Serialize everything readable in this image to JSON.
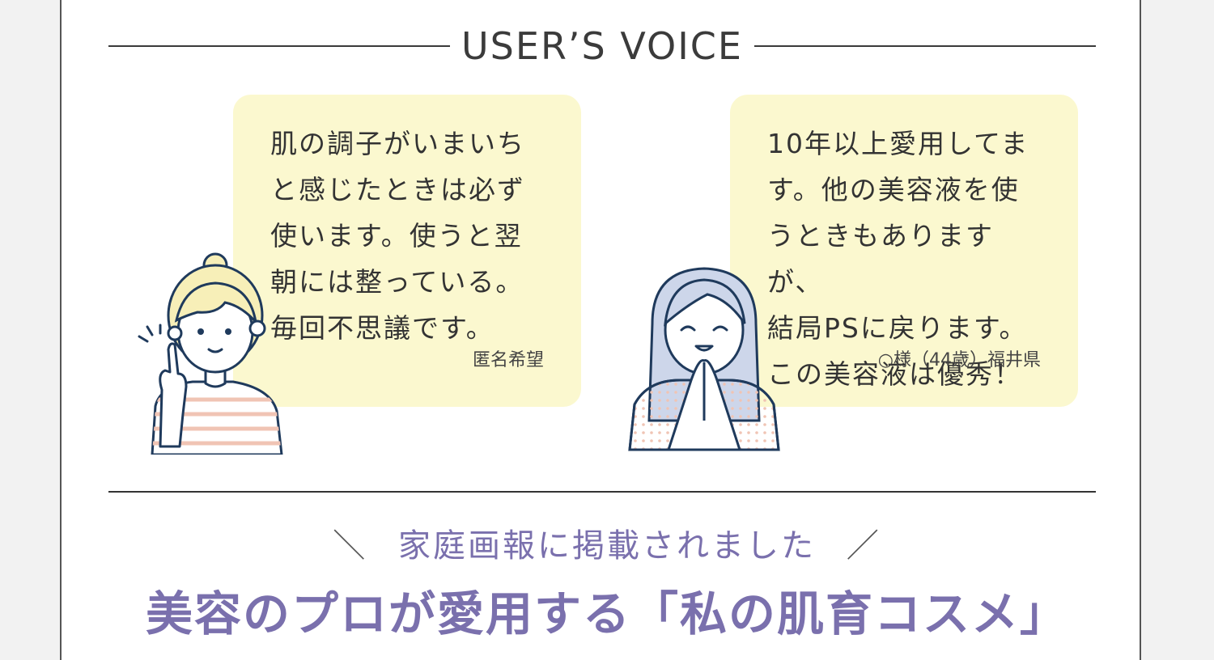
{
  "section": {
    "title": "USER’S VOICE"
  },
  "testimonials": [
    {
      "text": "肌の調子がいまいち\nと感じたときは必ず\n使います。使うと翌\n朝には整っている。\n毎回不思議です。",
      "author": "匿名希望"
    },
    {
      "text": "10年以上愛用してま\nす。他の美容液を使\nうときもありますが、\n結局PSに戻ります。\nこの美容液は優秀！",
      "author": "○様（44歳）福井県"
    }
  ],
  "media": {
    "slash_left": "＼",
    "label": "家庭画報に掲載されました",
    "slash_right": "／",
    "headline": "美容のプロが愛用する「私の肌育コスメ」"
  },
  "colors": {
    "bubble": "#fbf8cf",
    "accent_purple": "#7a70ad",
    "line": "#1f3a5c",
    "hair_yellow": "#f7efb8",
    "hair_blue": "#cdd6ea",
    "stripe_pink": "#f0c4b4"
  }
}
